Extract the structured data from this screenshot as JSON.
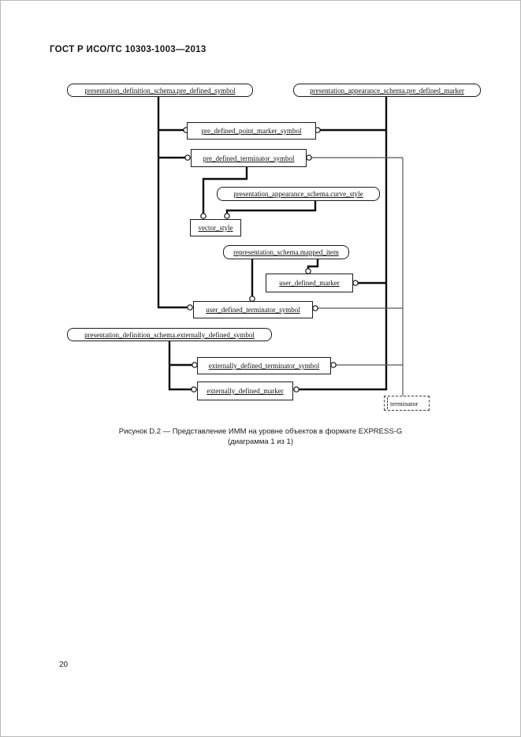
{
  "page": {
    "header": "ГОСТ Р ИСО/ТС 10303-1003—2013",
    "page_number": "20",
    "caption_line1": "Рисунок D.2  — Представление ИММ на уровне объектов в формате EXPRESS-G",
    "caption_line2": "(диаграмма 1 из 1)"
  },
  "diagram": {
    "type": "EXPRESS-G",
    "colors": {
      "ink": "#111111",
      "thick_line": "#0d0d0d",
      "thin_line": "#565656",
      "background": "#ffffff"
    },
    "boxes": [
      {
        "id": "pds_pre_defined_symbol",
        "label": "presentation_definition_schema.pre_defined_symbol",
        "shape": "rounded"
      },
      {
        "id": "pas_pre_defined_marker",
        "label": "presentation_appearance_schema.pre_defined_marker",
        "shape": "rounded"
      },
      {
        "id": "pre_defined_point_marker_symbol",
        "label": "pre_defined_point_marker_symbol",
        "shape": "rect"
      },
      {
        "id": "pre_defined_terminator_symbol",
        "label": "pre_defined_terminator_symbol",
        "shape": "rect"
      },
      {
        "id": "pas_curve_style",
        "label": "presentation_appearance_schema.curve_style",
        "shape": "rounded"
      },
      {
        "id": "vector_style",
        "label": "vector_style",
        "shape": "rect"
      },
      {
        "id": "rs_mapped_item",
        "label": "representation_schema.mapped_item",
        "shape": "rounded"
      },
      {
        "id": "user_defined_marker",
        "label": "user_defined_marker",
        "shape": "rect"
      },
      {
        "id": "user_defined_terminator_symbol",
        "label": "user_defined_terminator_symbol",
        "shape": "rect"
      },
      {
        "id": "pds_externally_defined_symbol",
        "label": "presentation_definition_schema.externally_defined_symbol",
        "shape": "rounded"
      },
      {
        "id": "externally_defined_terminator_symbol",
        "label": "externally_defined_terminator_symbol",
        "shape": "rect"
      },
      {
        "id": "externally_defined_marker",
        "label": "externally_defined_marker",
        "shape": "rect"
      },
      {
        "id": "terminator_page_ref",
        "label": "terminator",
        "shape": "dashed"
      }
    ]
  }
}
